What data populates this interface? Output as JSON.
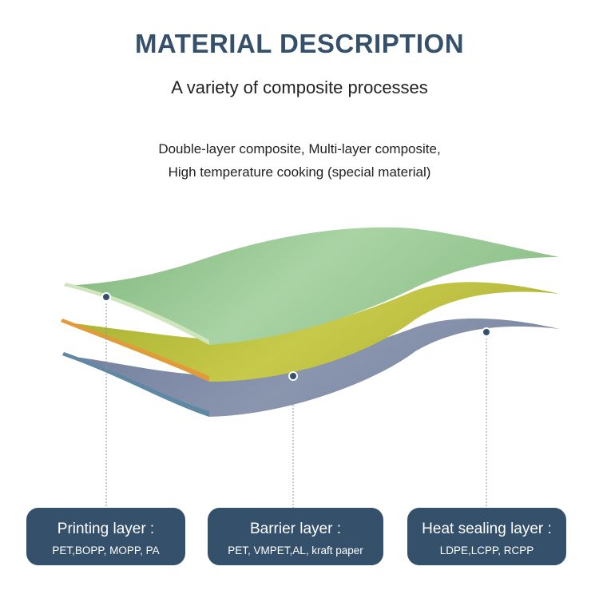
{
  "header": {
    "title": "MATERIAL DESCRIPTION",
    "subtitle": "A variety of composite processes",
    "description": [
      "Double-layer composite, Multi-layer composite,",
      "High temperature cooking (special material)"
    ]
  },
  "colors": {
    "heading": "#34506b",
    "card_bg": "#34506b",
    "printing_layer": "#8ec08a",
    "barrier_layer": "#b3bc3a",
    "heat_sealing_layer": "#7b8aa8"
  },
  "layers": [
    {
      "name": "Printing layer :",
      "materials": "PET,BOPP, MOPP, PA"
    },
    {
      "name": "Barrier layer :",
      "materials": "PET, VMPET,AL, kraft paper"
    },
    {
      "name": "Heat sealing layer :",
      "materials": "LDPE,LCPP, RCPP"
    }
  ]
}
